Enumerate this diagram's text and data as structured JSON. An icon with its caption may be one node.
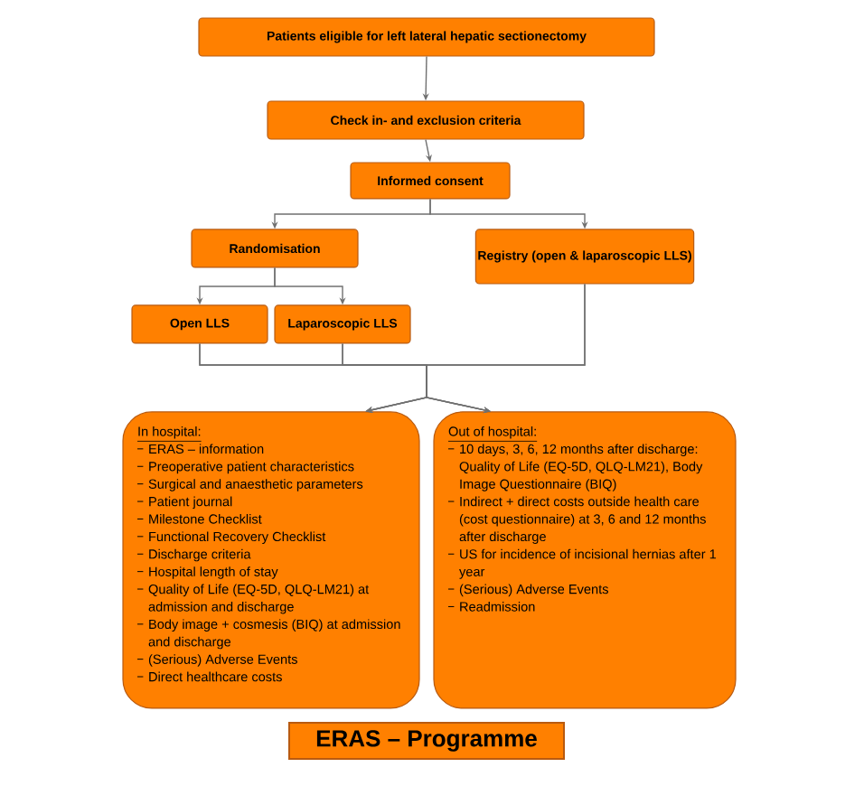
{
  "diagram": {
    "nodes": [
      {
        "text": [
          "Patients eligible for left lateral hepatic sectionectomy"
        ]
      },
      {
        "text": [
          "Check in- and exclusion criteria"
        ]
      },
      {
        "text": [
          "Informed consent"
        ]
      },
      {
        "text": [
          "Randomisation"
        ]
      },
      {
        "text": [
          "Registry (open & laparoscopic LLS)"
        ]
      },
      {
        "text": [
          "Open LLS"
        ]
      },
      {
        "text": [
          "Laparoscopic LLS"
        ]
      },
      {
        "text": [
          "In hospital:",
          "ERAS – information",
          "Preoperative patient characteristics",
          "Surgical and anaesthetic parameters",
          "Patient journal",
          "Milestone Checklist",
          "Functional Recovery Checklist",
          "Discharge criteria",
          "Hospital length of stay",
          "Quality of Life (EQ-5D, QLQ-LM21) at admission and discharge",
          "Body image + cosmesis (BIQ) at admission and discharge",
          "(Serious) Adverse Events",
          "Direct healthcare costs"
        ]
      },
      {
        "text": [
          "Out of hospital:",
          "10 days, 3, 6, 12 months after discharge: Quality of Life (EQ-5D, QLQ-LM21), Body Image Questionnaire (BIQ)",
          "Indirect + direct costs outside health care (cost questionnaire) at 3, 6 and 12 months after discharge",
          "US for incidence of incisional hernias after 1 year",
          "(Serious) Adverse Events",
          "Readmission"
        ]
      },
      {
        "text": [
          "ERAS – Programme"
        ]
      }
    ],
    "edges": [
      {
        "from": 0,
        "to": 1,
        "arrow": "to"
      },
      {
        "from": 1,
        "to": 2,
        "arrow": "to"
      },
      {
        "from": 2,
        "to": 3,
        "arrow": "to"
      },
      {
        "from": 2,
        "to": 4,
        "arrow": "to"
      },
      {
        "from": 3,
        "to": 5,
        "arrow": "to"
      },
      {
        "from": 3,
        "to": 6,
        "arrow": "to"
      },
      {
        "from": 5,
        "to": 7,
        "arrow": "to"
      },
      {
        "from": 5,
        "to": 8,
        "arrow": "to"
      },
      {
        "from": 6,
        "to": 7,
        "arrow": "to"
      },
      {
        "from": 6,
        "to": 8,
        "arrow": "to"
      },
      {
        "from": 4,
        "to": 7,
        "arrow": "to"
      },
      {
        "from": 4,
        "to": 8,
        "arrow": "to"
      }
    ]
  }
}
